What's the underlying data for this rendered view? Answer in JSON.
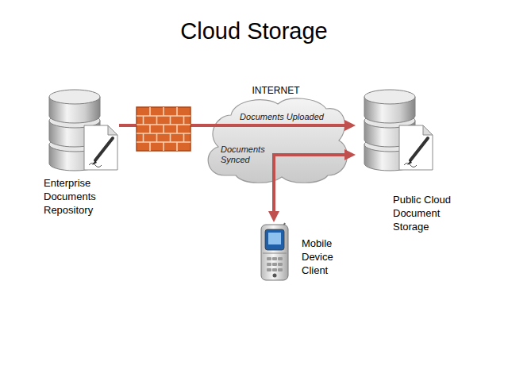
{
  "diagram": {
    "title": "Cloud Storage",
    "nodes": [
      {
        "text": [
          "Enterprise Documents Repository"
        ]
      },
      {
        "text": [
          "INTERNET"
        ]
      },
      {
        "text": [
          "Public Cloud Document Storage"
        ]
      },
      {
        "text": [
          "Mobile Device Client"
        ]
      }
    ],
    "edges": [
      {
        "from": 0,
        "to": 2,
        "arrow": "to",
        "label": "Documents Uploaded"
      },
      {
        "from": 2,
        "to": 3,
        "arrow": "both",
        "label": "Documents Synced"
      }
    ]
  }
}
